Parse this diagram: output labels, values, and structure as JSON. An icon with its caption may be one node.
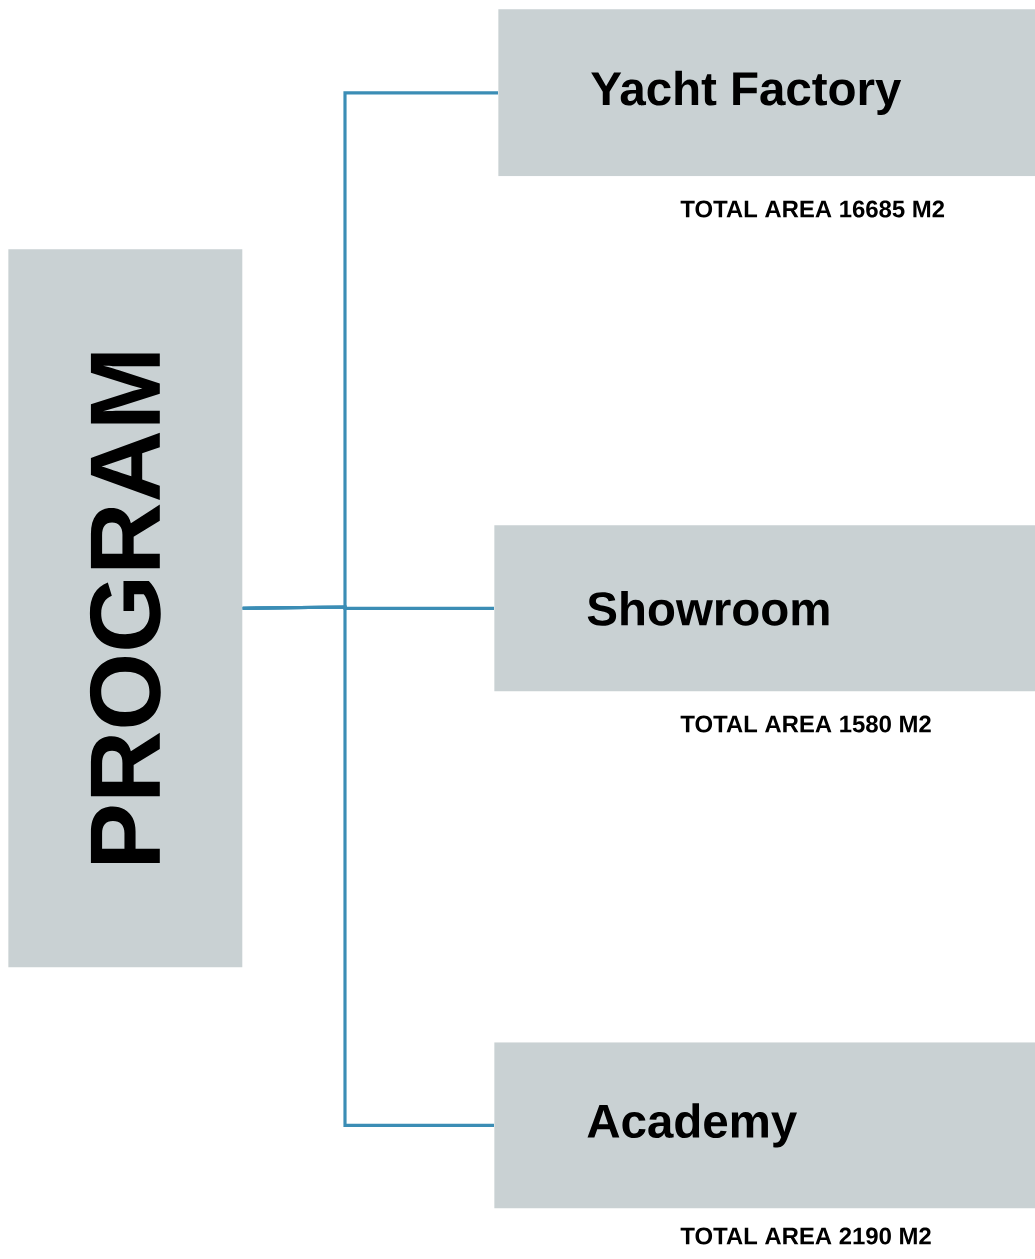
{
  "diagram": {
    "nodes": [
      {
        "text": [
          "PROGRAM"
        ]
      },
      {
        "text": [
          "Yacht Factory"
        ],
        "beside": [
          "TOTAL AREA 16685 M2"
        ]
      },
      {
        "text": [
          "Showroom"
        ],
        "beside": [
          "TOTAL AREA 1580 M2"
        ]
      },
      {
        "text": [
          "Academy"
        ],
        "beside": [
          "TOTAL AREA 2190 M2"
        ]
      }
    ],
    "edges": [
      {
        "from": 0,
        "to": 1,
        "arrow": "none"
      },
      {
        "from": 0,
        "to": 2,
        "arrow": "none"
      },
      {
        "from": 0,
        "to": 3,
        "arrow": "none"
      }
    ]
  }
}
